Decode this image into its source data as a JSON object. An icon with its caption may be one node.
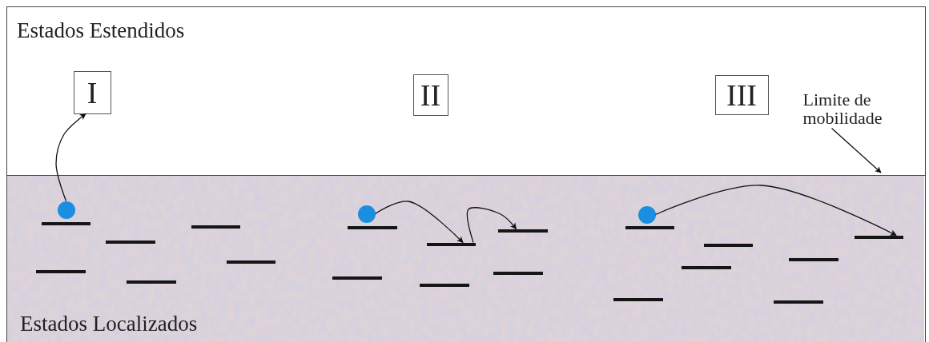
{
  "diagram": {
    "nodes": [
      {
        "text": [
          "Estados Estendidos"
        ]
      },
      {
        "text": [
          "Estados Localizados"
        ]
      },
      {
        "text": [
          "I"
        ],
        "in": 0
      },
      {
        "text": [
          "II"
        ],
        "in": 0
      },
      {
        "text": [
          "III"
        ],
        "in": 0
      },
      {
        "text": [
          "Limite de mobilidade"
        ],
        "in": 0
      },
      {
        "text": [],
        "shape": "circle",
        "in": 1
      },
      {
        "text": [],
        "shape": "bar",
        "in": 1
      },
      {
        "text": [],
        "shape": "bar",
        "in": 1
      },
      {
        "text": [],
        "shape": "bar",
        "in": 1
      },
      {
        "text": [],
        "shape": "bar",
        "in": 1
      },
      {
        "text": [],
        "shape": "bar",
        "in": 1
      },
      {
        "text": [],
        "shape": "bar",
        "in": 1
      },
      {
        "text": [],
        "shape": "circle",
        "in": 1
      },
      {
        "text": [],
        "shape": "bar",
        "in": 1
      },
      {
        "text": [],
        "shape": "bar",
        "in": 1
      },
      {
        "text": [],
        "shape": "bar",
        "in": 1
      },
      {
        "text": [],
        "shape": "bar",
        "in": 1
      },
      {
        "text": [],
        "shape": "bar",
        "in": 1
      },
      {
        "text": [],
        "shape": "bar",
        "in": 1
      },
      {
        "text": [],
        "shape": "circle",
        "in": 1
      },
      {
        "text": [],
        "shape": "bar",
        "in": 1
      },
      {
        "text": [],
        "shape": "bar",
        "in": 1
      },
      {
        "text": [],
        "shape": "bar",
        "in": 1
      },
      {
        "text": [],
        "shape": "bar",
        "in": 1
      },
      {
        "text": [],
        "shape": "bar",
        "in": 1
      },
      {
        "text": [],
        "shape": "bar",
        "in": 1
      },
      {
        "text": [],
        "shape": "bar",
        "in": 1
      }
    ],
    "edges": [
      {
        "from": 6,
        "to": 2,
        "arrow": "to"
      },
      {
        "from": 13,
        "to": 15,
        "arrow": "to"
      },
      {
        "from": 15,
        "to": 16,
        "arrow": "to"
      },
      {
        "from": 20,
        "to": 27,
        "arrow": "to"
      },
      {
        "from": 5,
        "to": null,
        "arrow": "to"
      }
    ]
  }
}
